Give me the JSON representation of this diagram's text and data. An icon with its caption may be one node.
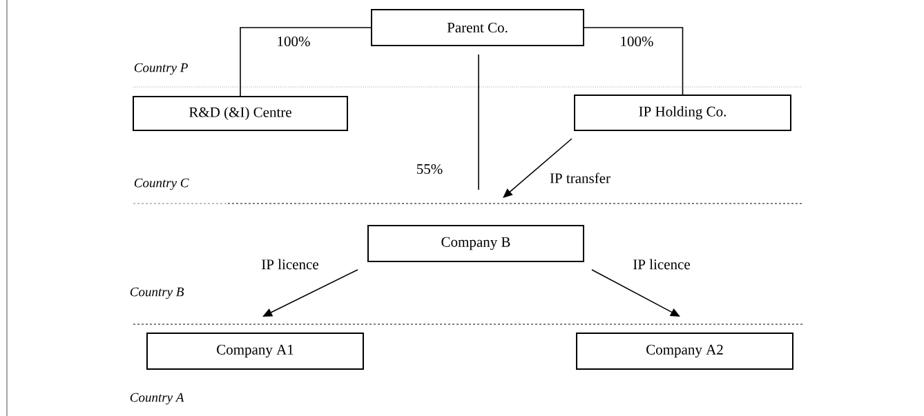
{
  "diagram": {
    "nodes": [
      {
        "text": [
          "Parent Co."
        ]
      },
      {
        "text": [
          "R&D (&I) Centre"
        ]
      },
      {
        "text": [
          "IP Holding Co."
        ]
      },
      {
        "text": [
          "Company B"
        ]
      },
      {
        "text": [
          "Company A1"
        ]
      },
      {
        "text": [
          "Company A2"
        ]
      }
    ],
    "edges": [
      {
        "from": 0,
        "to": 1,
        "arrow": "none",
        "label": "100%"
      },
      {
        "from": 0,
        "to": 2,
        "arrow": "none",
        "label": "100%"
      },
      {
        "from": 0,
        "to": null,
        "arrow": "none",
        "label": "55%"
      },
      {
        "from": 2,
        "to": null,
        "arrow": "to",
        "label": "IP transfer"
      },
      {
        "from": 3,
        "to": 4,
        "arrow": "to",
        "label": "IP licence"
      },
      {
        "from": 3,
        "to": 5,
        "arrow": "to",
        "label": "IP licence"
      }
    ],
    "labels": [
      "Country P",
      "Country C",
      "Country B",
      "Country A"
    ]
  }
}
